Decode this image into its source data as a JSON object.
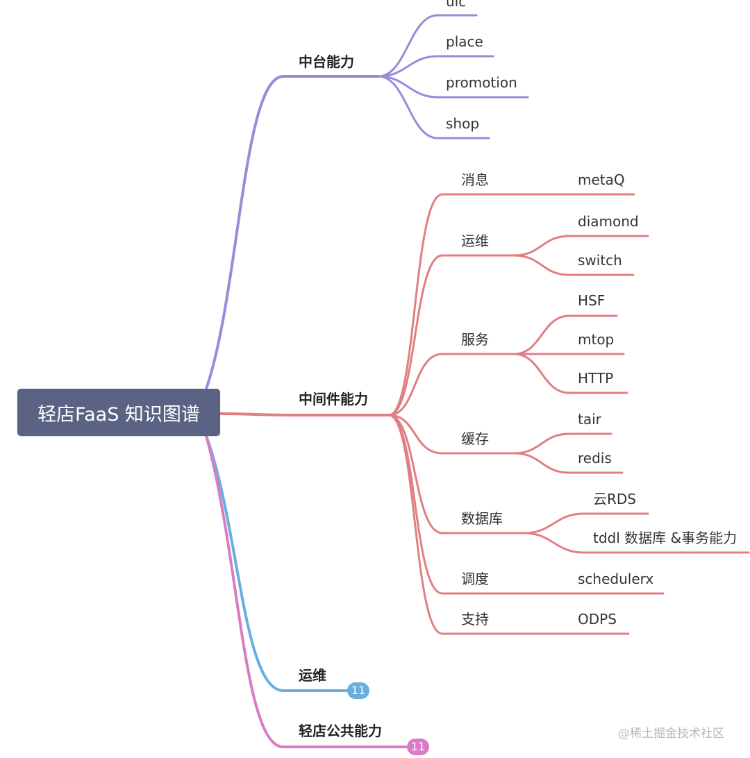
{
  "root": "轻店FaaS 知识图谱",
  "colors": {
    "purple": "#9b8ad8",
    "red": "#e07f82",
    "blue": "#6aaee0",
    "pink": "#d97cc4",
    "root_bg": "#5b6385"
  },
  "branches": {
    "zhongtai": {
      "label": "中台能力",
      "children": [
        "uic",
        "place",
        "promotion",
        "shop"
      ]
    },
    "middleware": {
      "label": "中间件能力",
      "groups": [
        {
          "label": "消息",
          "items": [
            "metaQ"
          ]
        },
        {
          "label": "运维",
          "items": [
            "diamond",
            "switch"
          ]
        },
        {
          "label": "服务",
          "items": [
            "HSF",
            "mtop",
            "HTTP"
          ]
        },
        {
          "label": "缓存",
          "items": [
            "tair",
            "redis"
          ]
        },
        {
          "label": "数据库",
          "items": [
            "云RDS",
            "tddl  数据库 &事务能力"
          ]
        },
        {
          "label": "调度",
          "items": [
            "schedulerx"
          ]
        },
        {
          "label": "支持",
          "items": [
            "ODPS"
          ]
        }
      ]
    },
    "ops": {
      "label": "运维",
      "badge": "11"
    },
    "public": {
      "label": "轻店公共能力",
      "badge": "11"
    }
  },
  "watermark": "@稀土掘金技术社区"
}
